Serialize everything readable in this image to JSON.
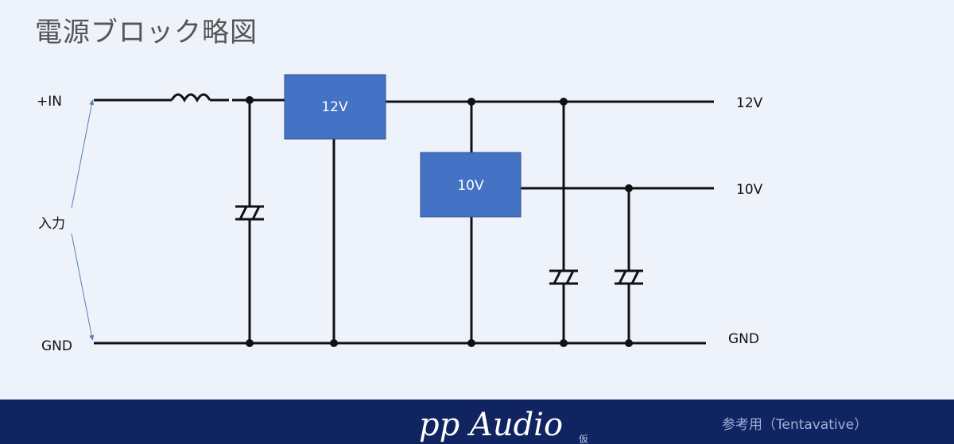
{
  "title": "電源ブロック略図",
  "labels": {
    "in_plus": "+IN",
    "input": "入力",
    "gnd_left": "GND",
    "out_12v": "12V",
    "out_10v": "10V",
    "gnd_right": "GND"
  },
  "regulators": {
    "reg12": "12V",
    "reg10": "10V"
  },
  "footer": {
    "brand": "pp Audio",
    "tentative_mark": "仮",
    "note": "参考用（Tentavative）"
  },
  "colors": {
    "background": "#eef2fa",
    "regulator_box": "#4472c4",
    "footer_bar": "#0f2460",
    "wire": "#111111",
    "arrow": "#5b7fb0"
  }
}
